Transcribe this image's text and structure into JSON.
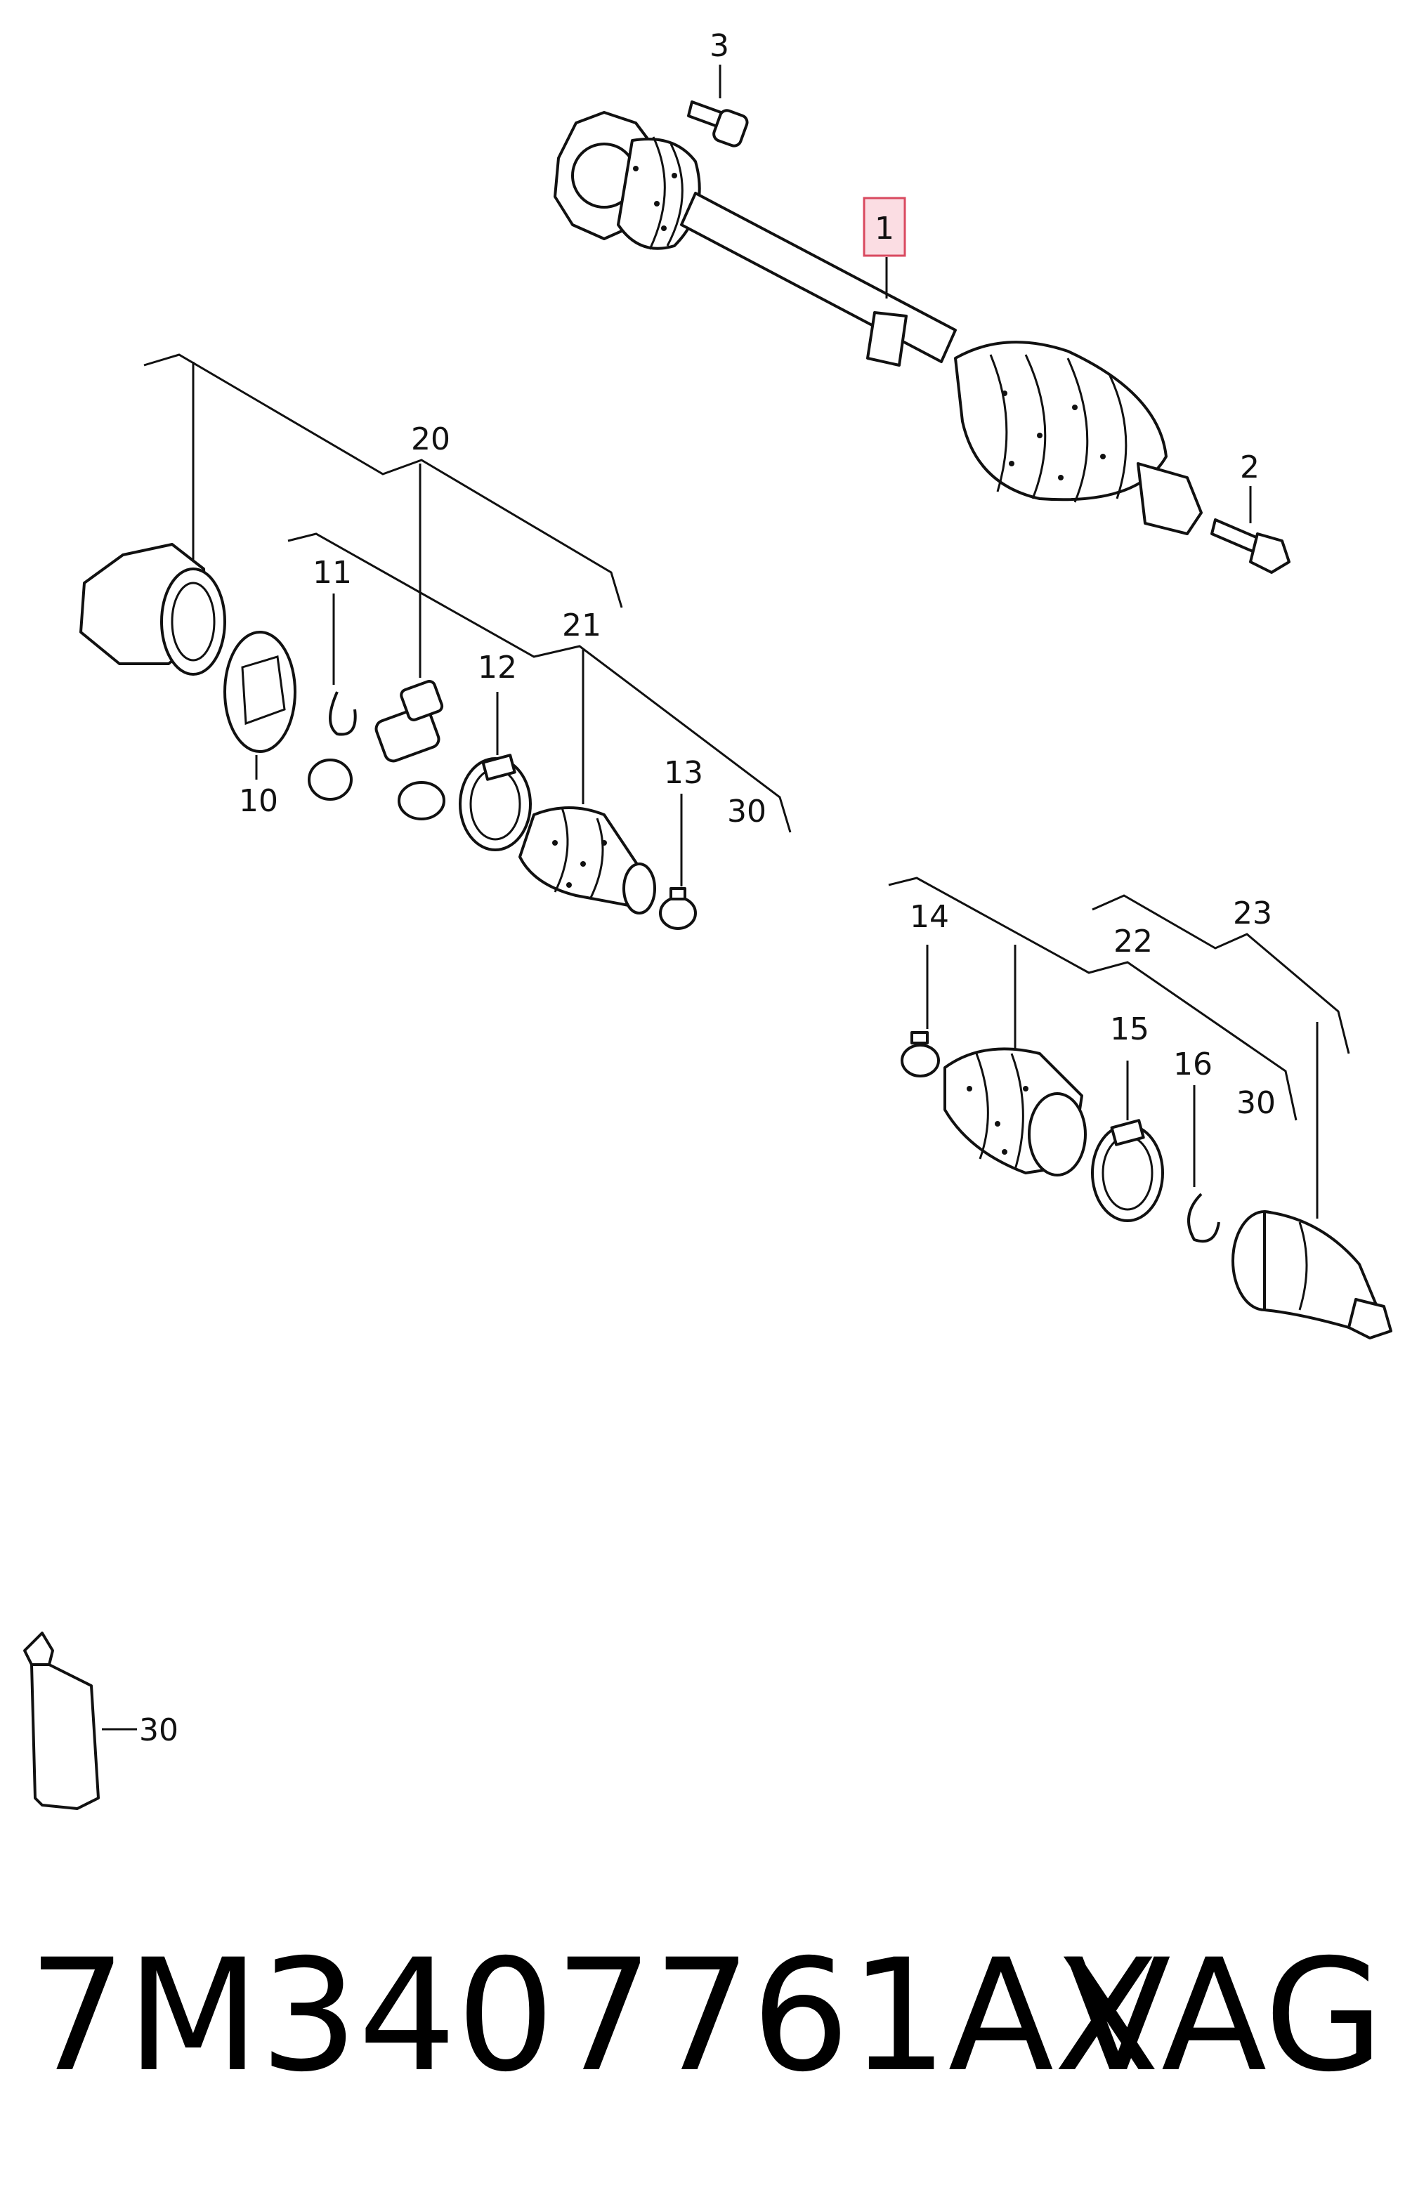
{
  "callouts": {
    "c1": "1",
    "c2": "2",
    "c3": "3",
    "c10": "10",
    "c11": "11",
    "c12": "12",
    "c13": "13",
    "c14": "14",
    "c15": "15",
    "c16": "16",
    "c20": "20",
    "c21": "21",
    "c22": "22",
    "c23": "23",
    "c30a": "30",
    "c30b": "30",
    "c30c": "30"
  },
  "footer": {
    "part_code": "7M3407761AX",
    "brand": "VAG"
  },
  "colors": {
    "highlight_fill": "#fbdde3",
    "highlight_stroke": "#d9495f"
  }
}
